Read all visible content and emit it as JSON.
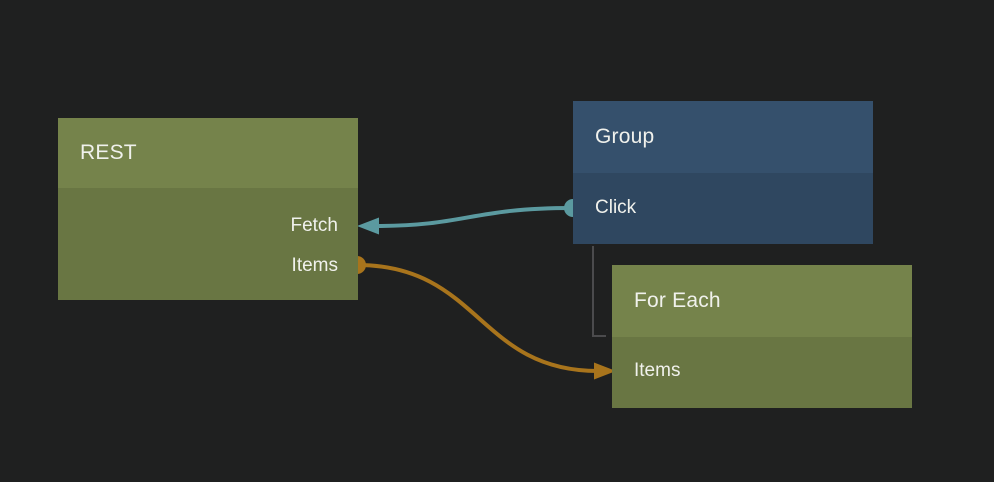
{
  "editor": {
    "background_color": "#1f2020",
    "text_color": "#f0f1ec"
  },
  "nodes": [
    {
      "id": "rest",
      "title": "REST",
      "header_color": "#75834b",
      "body_color": "#697643",
      "outputs": [
        {
          "label": "Fetch"
        },
        {
          "label": "Items"
        }
      ]
    },
    {
      "id": "group",
      "title": "Group",
      "header_color": "#35506c",
      "body_color": "#2f4760",
      "outputs": [
        {
          "label": "Click"
        }
      ]
    },
    {
      "id": "for-each",
      "title": "For Each",
      "header_color": "#75834b",
      "body_color": "#697643",
      "inputs": [
        {
          "label": "Items"
        }
      ]
    }
  ],
  "connections": [
    {
      "from_node": "Group",
      "from_port": "Click",
      "to_node": "REST",
      "to_port": "Fetch",
      "color": "#5b9aa0",
      "source_marker": "dot",
      "target_marker": "arrow"
    },
    {
      "from_node": "REST",
      "from_port": "Items",
      "to_node": "For Each",
      "to_port": "Items",
      "color": "#a8741c",
      "source_marker": "dot",
      "target_marker": "arrow"
    }
  ],
  "child_link": {
    "from_node": "Group",
    "to_node": "For Each",
    "color": "#4b4b4d"
  }
}
